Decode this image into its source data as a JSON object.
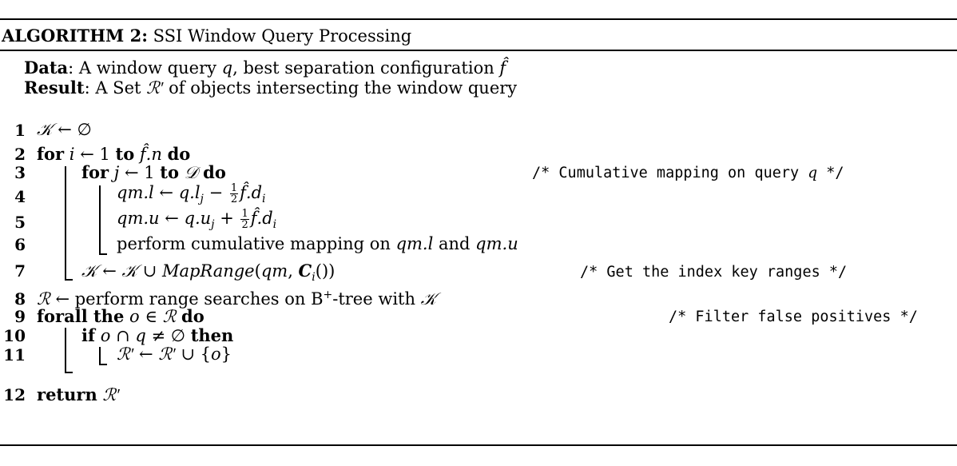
{
  "algorithm": {
    "header": "ALGORITHM 2:",
    "name": "SSI Window Query Processing",
    "data_label": "Data",
    "data_text": ": A window query q, best separation configuration f̂",
    "result_label": "Result",
    "result_text": ": A Set ℛ′ of objects intersecting the window query",
    "lines": [
      {
        "num": "1",
        "text": "𝒦 ← ∅"
      },
      {
        "num": "2",
        "text": "for i ← 1 to f̂.n do"
      },
      {
        "num": "3",
        "text": "for j ← 1 to 𝒟 do"
      },
      {
        "num": "4",
        "text": "qm.l ← q.l_j − 1/2 f̂.d_i"
      },
      {
        "num": "5",
        "text": "qm.u ← q.u_j + 1/2 f̂.d_i"
      },
      {
        "num": "6",
        "text": "perform cumulative mapping on qm.l and qm.u"
      },
      {
        "num": "7",
        "text": "𝒦 ← 𝒦 ∪ MapRange(qm, C_i())"
      },
      {
        "num": "8",
        "text": "ℛ ← perform range searches on B+-tree with 𝒦"
      },
      {
        "num": "9",
        "text": "forall the o ∈ ℛ do"
      },
      {
        "num": "10",
        "text": "if o ∩ q ≠ ∅ then"
      },
      {
        "num": "11",
        "text": "ℛ′ ← ℛ′ ∪ {o}"
      },
      {
        "num": "12",
        "text": "return ℛ′"
      }
    ],
    "comments": {
      "line3": "/* Cumulative mapping on query q */",
      "line7": "/* Get the index key ranges */",
      "line9": "/* Filter false positives */"
    }
  }
}
